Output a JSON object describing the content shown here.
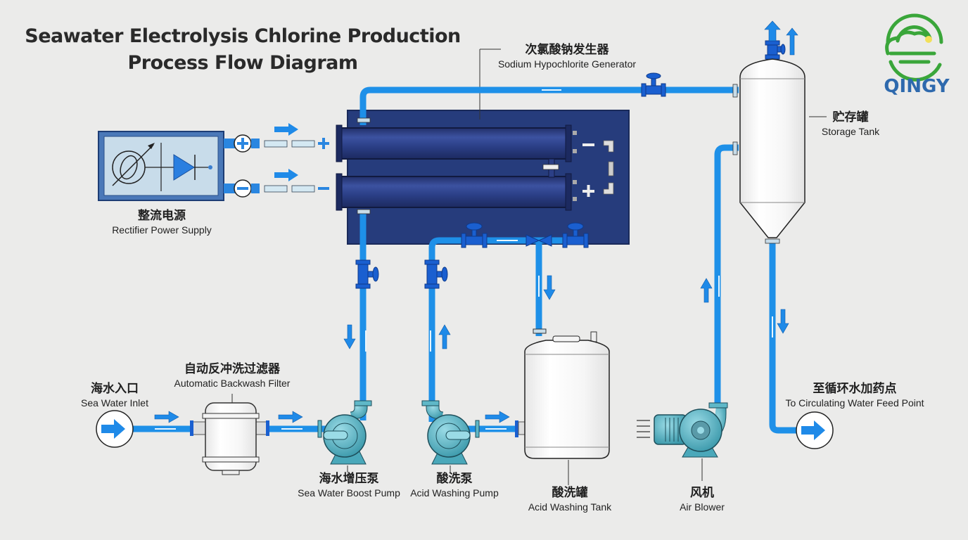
{
  "title": {
    "line1": "Seawater Electrolysis Chlorine Production",
    "line2": "Process Flow Diagram"
  },
  "logo": {
    "text": "QINGY",
    "icon": "cloud-sun-circle-icon",
    "colors": {
      "ring": "#3aa63a",
      "sun": "#f2e05a",
      "text": "#2e69ad"
    }
  },
  "colors": {
    "pipe": "#1e90e8",
    "pipe_dark": "#1565c0",
    "valve": "#1a5fd0",
    "generator_panel": "#243a7a",
    "electrode_tube": "#2b3f86",
    "rectifier_box": "#4a78b8",
    "pump": "#5fb8c8",
    "tank": "#f8f8f8"
  },
  "components": {
    "rectifier": {
      "zh": "整流电源",
      "en": "Rectifier Power Supply",
      "positive": "+",
      "negative": "−"
    },
    "generator": {
      "zh": "次氯酸钠发生器",
      "en": "Sodium Hypochlorite Generator",
      "terminal_neg": "−",
      "terminal_pos": "+"
    },
    "storage_tank": {
      "zh": "贮存罐",
      "en": "Storage Tank"
    },
    "sea_water_inlet": {
      "zh": "海水入口",
      "en": "Sea Water Inlet"
    },
    "backwash_filter": {
      "zh": "自动反冲洗过滤器",
      "en": "Automatic Backwash Filter"
    },
    "boost_pump": {
      "zh": "海水增压泵",
      "en": "Sea Water Boost Pump"
    },
    "acid_pump": {
      "zh": "酸洗泵",
      "en": "Acid Washing Pump"
    },
    "acid_tank": {
      "zh": "酸洗罐",
      "en": "Acid Washing Tank"
    },
    "air_blower": {
      "zh": "风机",
      "en": "Air Blower"
    },
    "feed_point": {
      "zh": "至循环水加药点",
      "en": "To Circulating Water Feed Point"
    }
  }
}
